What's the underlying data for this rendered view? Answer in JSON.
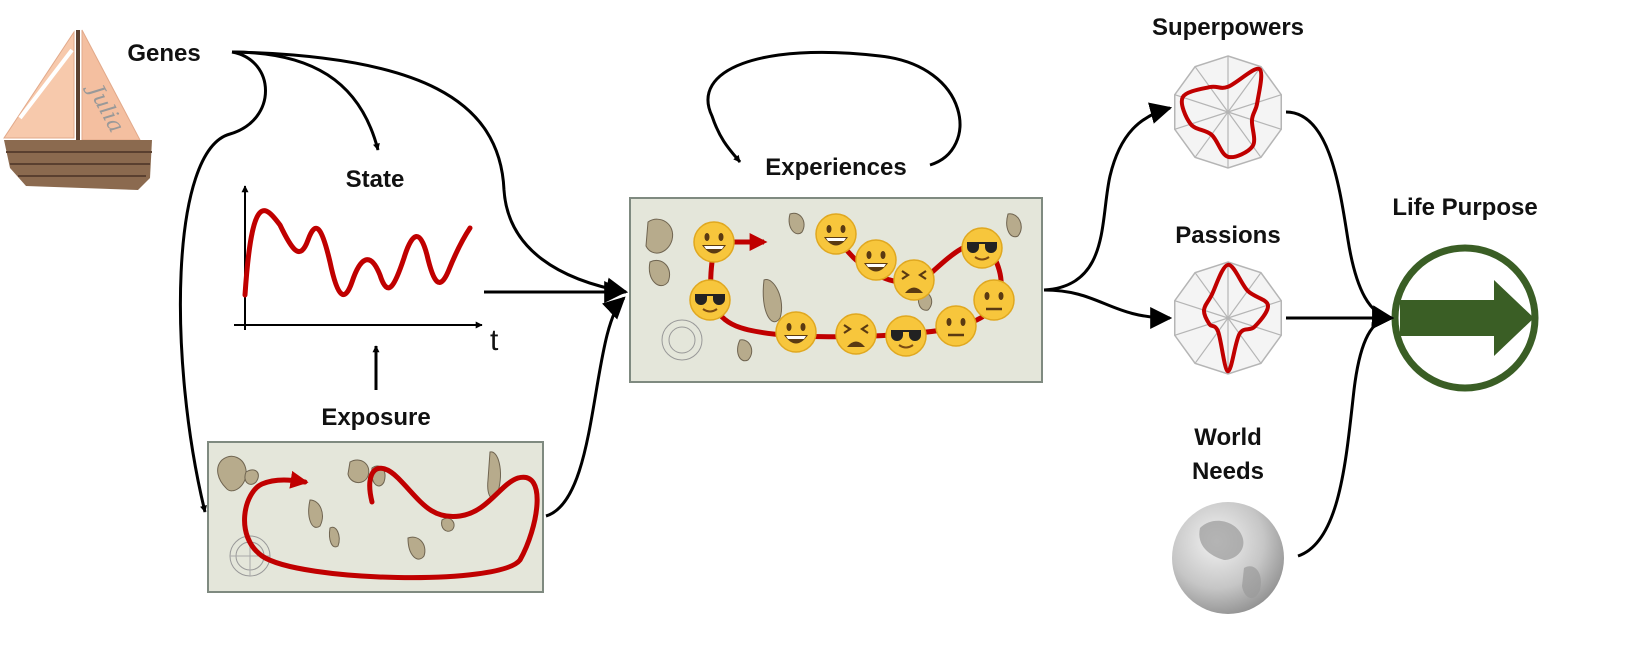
{
  "labels": {
    "genes": "Genes",
    "state": "State",
    "exposure": "Exposure",
    "experiences": "Experiences",
    "superpowers": "Superpowers",
    "passions": "Passions",
    "world_needs_line1": "World",
    "world_needs_line2": "Needs",
    "life_purpose": "Life Purpose",
    "time_axis": "t",
    "boat_name": "Julia"
  },
  "colors": {
    "path_red": "#c00000",
    "purpose_green": "#3a5e25",
    "map_paper": "#e4e6da",
    "island": "#b7ab8c",
    "sail": "#f5c6a8",
    "hull": "#8b6a4f",
    "radar_grid": "#b5b5b5",
    "arrow": "#000000",
    "globe": "#bcbcbc"
  },
  "icons": {
    "boat": "sailboat-icon",
    "globe": "globe-icon",
    "life_purpose": "arrow-right-circle-icon",
    "emoji_grin": "grinning-face-icon",
    "emoji_cool": "sunglasses-face-icon",
    "emoji_tired": "tired-face-icon",
    "emoji_neutral": "neutral-face-icon"
  }
}
